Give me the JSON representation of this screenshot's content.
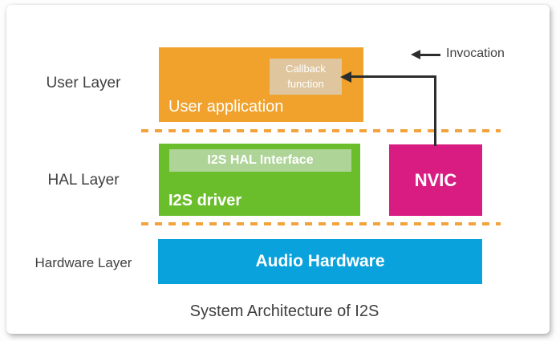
{
  "caption": "System Architecture of I2S",
  "legend": {
    "label": "Invocation"
  },
  "layers": [
    {
      "label": "User Layer"
    },
    {
      "label": "HAL Layer"
    },
    {
      "label": "Hardware Layer"
    }
  ],
  "boxes": {
    "user_application": {
      "label": "User application",
      "color": "#F0A22C"
    },
    "callback_function": {
      "label": "Callback function",
      "color": "#DFC69E"
    },
    "i2s_driver": {
      "label": "I2S driver",
      "color": "#6BBE2B"
    },
    "i2s_hal_interface": {
      "label": "I2S HAL Interface",
      "color": "#AFD498"
    },
    "nvic": {
      "label": "NVIC",
      "color": "#D91C81"
    },
    "audio_hardware": {
      "label": "Audio Hardware",
      "color": "#0AA2DC"
    }
  },
  "separator": {
    "color": "#F2A33C"
  },
  "connector": {
    "color": "#2D2D2D"
  }
}
